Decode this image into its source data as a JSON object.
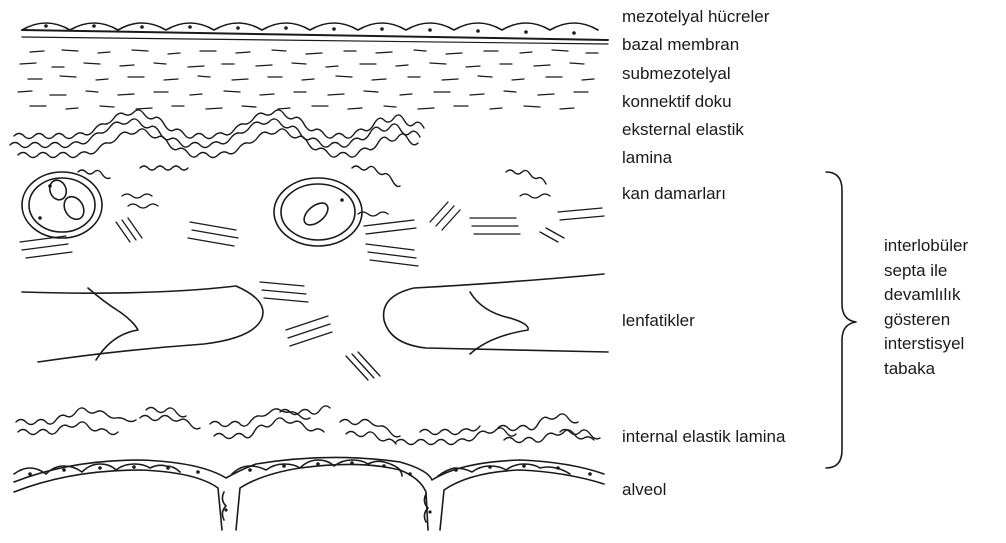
{
  "labels": {
    "mesothelial": "mezotelyal hücreler",
    "basal": "bazal membran",
    "submeso_1": "submezotelyal",
    "submeso_2": "konnektif doku",
    "external_1": "eksternal elastik",
    "external_2": "lamina",
    "vessels": "kan damarları",
    "lymphatics": "lenfatikler",
    "internal": "internal elastik lamina",
    "alveolus": "alveol"
  },
  "interstitial_layer": {
    "lines": [
      "interlobüler",
      "septa ile",
      "devamlılık",
      "gösteren",
      "interstisyel",
      "tabaka"
    ]
  },
  "colors": {
    "ink": "#1a1a1a",
    "background": "#ffffff"
  }
}
